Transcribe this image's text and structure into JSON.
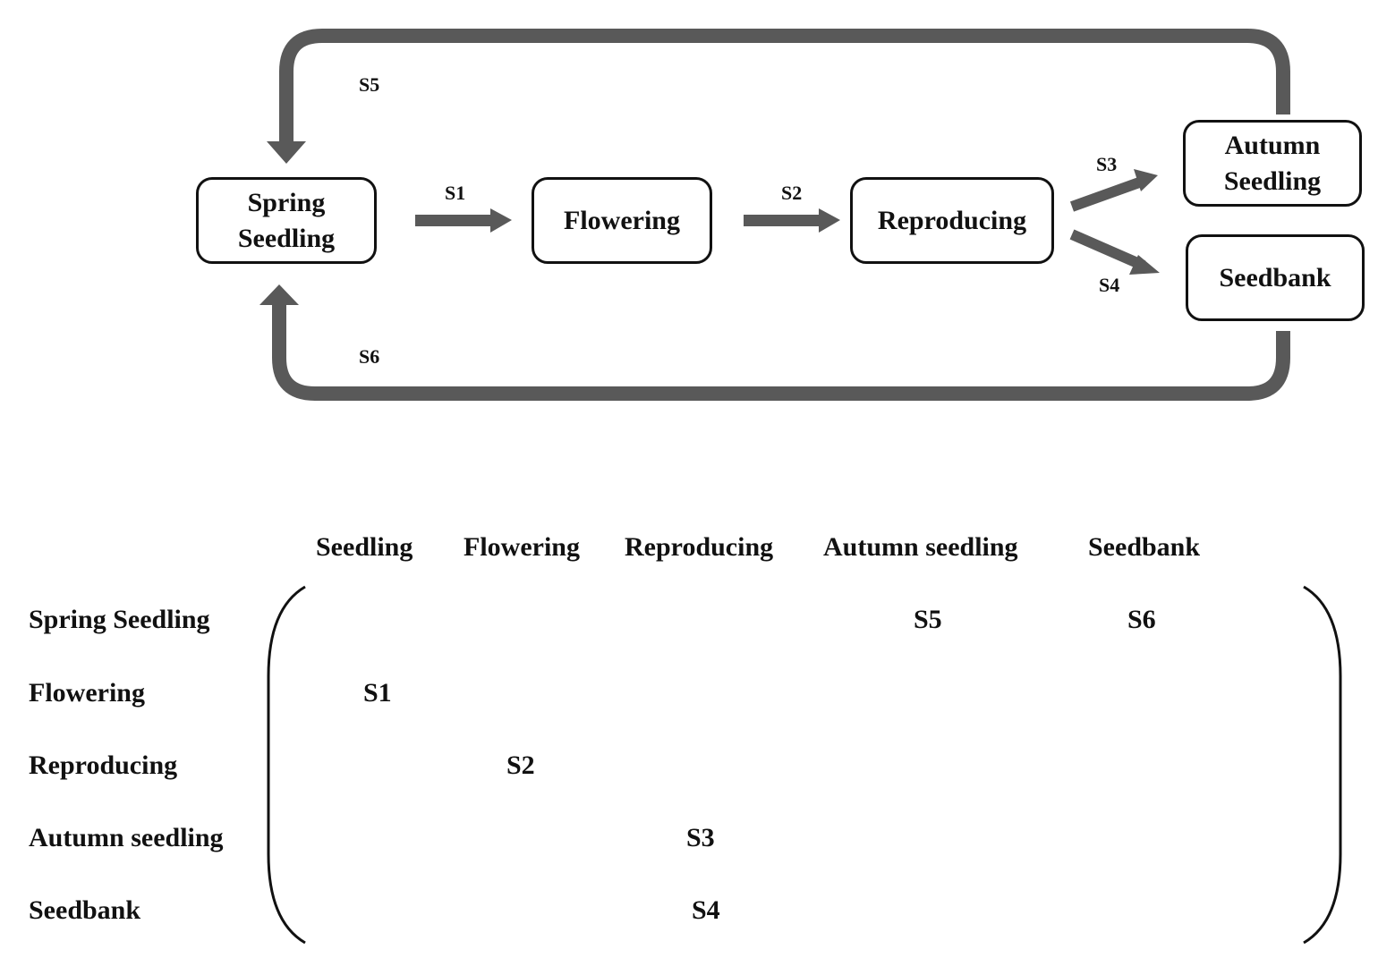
{
  "diagram": {
    "nodes": {
      "spring_seedling": [
        "Spring",
        "Seedling"
      ],
      "flowering": "Flowering",
      "reproducing": "Reproducing",
      "autumn_seedling": [
        "Autumn",
        "Seedling"
      ],
      "seedbank": "Seedbank"
    },
    "edges": {
      "s1": "S1",
      "s2": "S2",
      "s3": "S3",
      "s4": "S4",
      "s5": "S5",
      "s6": "S6"
    },
    "arrow_color": "#595959"
  },
  "matrix": {
    "columns": [
      "Seedling",
      "Flowering",
      "Reproducing",
      "Autumn seedling",
      "Seedbank"
    ],
    "rows": [
      "Spring Seedling",
      "Flowering",
      "Reproducing",
      "Autumn seedling",
      "Seedbank"
    ],
    "cells": [
      {
        "row": "Spring Seedling",
        "column": "Autumn seedling",
        "value": "S5"
      },
      {
        "row": "Spring Seedling",
        "column": "Seedbank",
        "value": "S6"
      },
      {
        "row": "Flowering",
        "column": "Seedling",
        "value": "S1"
      },
      {
        "row": "Reproducing",
        "column": "Flowering",
        "value": "S2"
      },
      {
        "row": "Autumn seedling",
        "column": "Reproducing",
        "value": "S3"
      },
      {
        "row": "Seedbank",
        "column": "Reproducing",
        "value": "S4"
      }
    ]
  }
}
